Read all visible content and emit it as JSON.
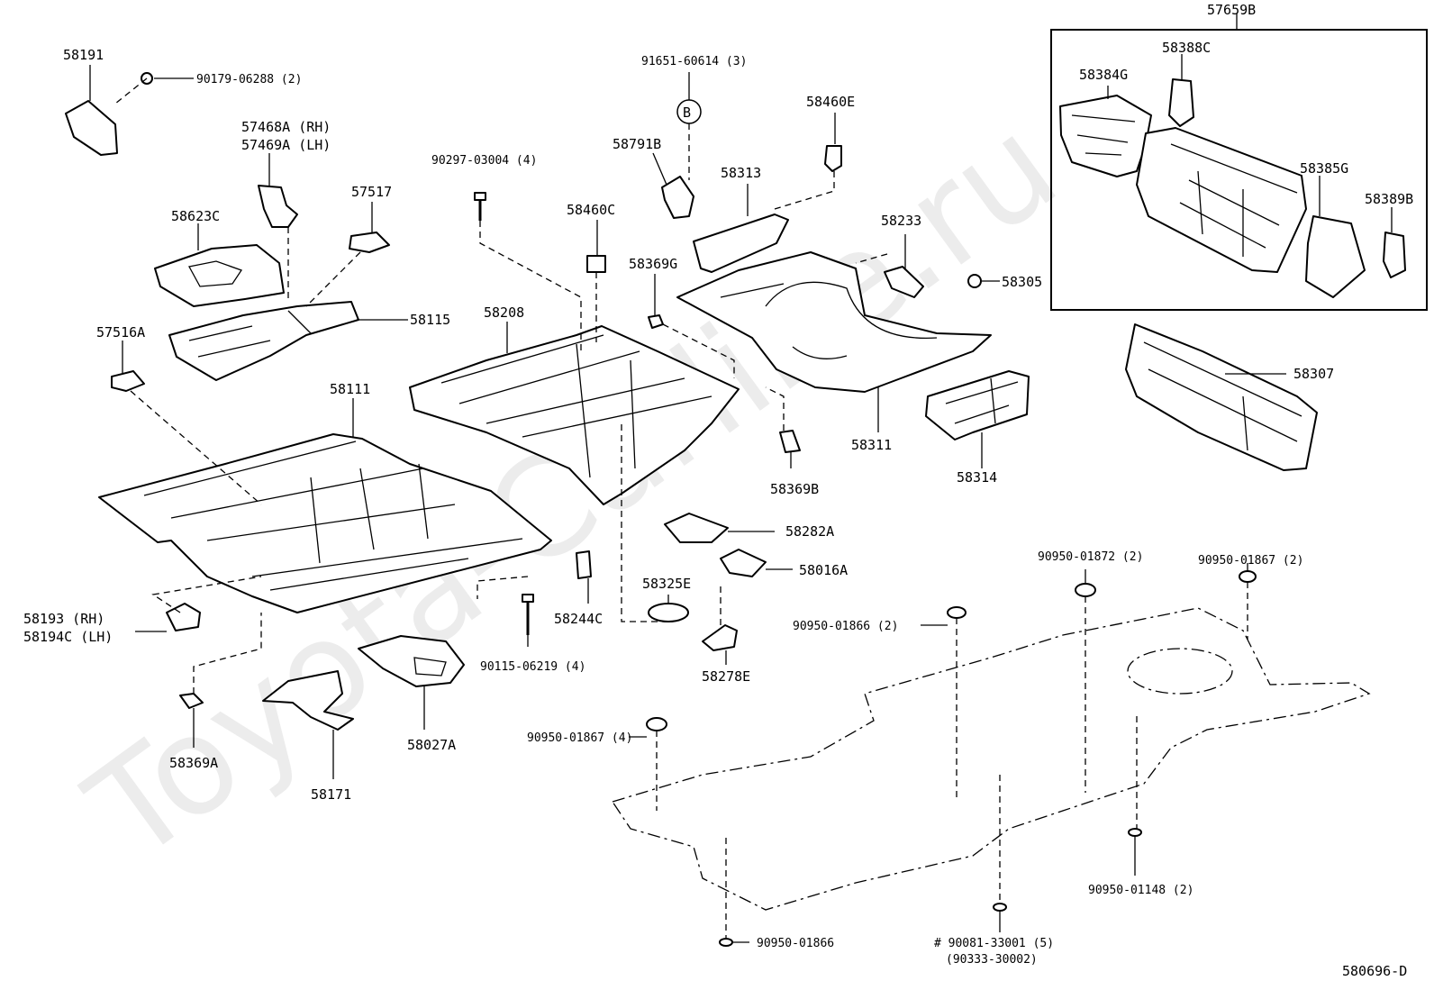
{
  "watermark": "Toyota-Carline.ru",
  "diagram_code": "580696-D",
  "callout_b": "B",
  "inset_box": "57659B",
  "labels": {
    "p58191": "58191",
    "p90179": "90179-06288 (2)",
    "p57468a": "57468A (RH)",
    "p57469a": "57469A (LH)",
    "p58623c": "58623C",
    "p57517": "57517",
    "p58115": "58115",
    "p57516a": "57516A",
    "p58111": "58111",
    "p58193": "58193  (RH)",
    "p58194c": "58194C (LH)",
    "p58369a": "58369A",
    "p58171": "58171",
    "p58027a": "58027A",
    "p90297": "90297-03004 (4)",
    "p91651": "91651-60614 (3)",
    "p58791b": "58791B",
    "p58460c": "58460C",
    "p58208": "58208",
    "p58244c": "58244C",
    "p90115": "90115-06219 (4)",
    "p58325e": "58325E",
    "p58278e": "58278E",
    "p58282a": "58282A",
    "p58016a": "58016A",
    "p58369g": "58369G",
    "p58369b": "58369B",
    "p58313": "58313",
    "p58460e": "58460E",
    "p58233": "58233",
    "p58305": "58305",
    "p58311": "58311",
    "p58314": "58314",
    "p58384g": "58384G",
    "p58388c": "58388C",
    "p58385g": "58385G",
    "p58389b": "58389B",
    "p58307": "58307",
    "p90950_01872": "90950-01872 (2)",
    "p90950_01867a": "90950-01867 (2)",
    "p90950_01866a": "90950-01866 (2)",
    "p90950_01867b": "90950-01867 (4)",
    "p90950_01148": "90950-01148 (2)",
    "p90950_01866b": "90950-01866",
    "p90081": "# 90081-33001 (5)",
    "p90333": "(90333-30002)"
  }
}
